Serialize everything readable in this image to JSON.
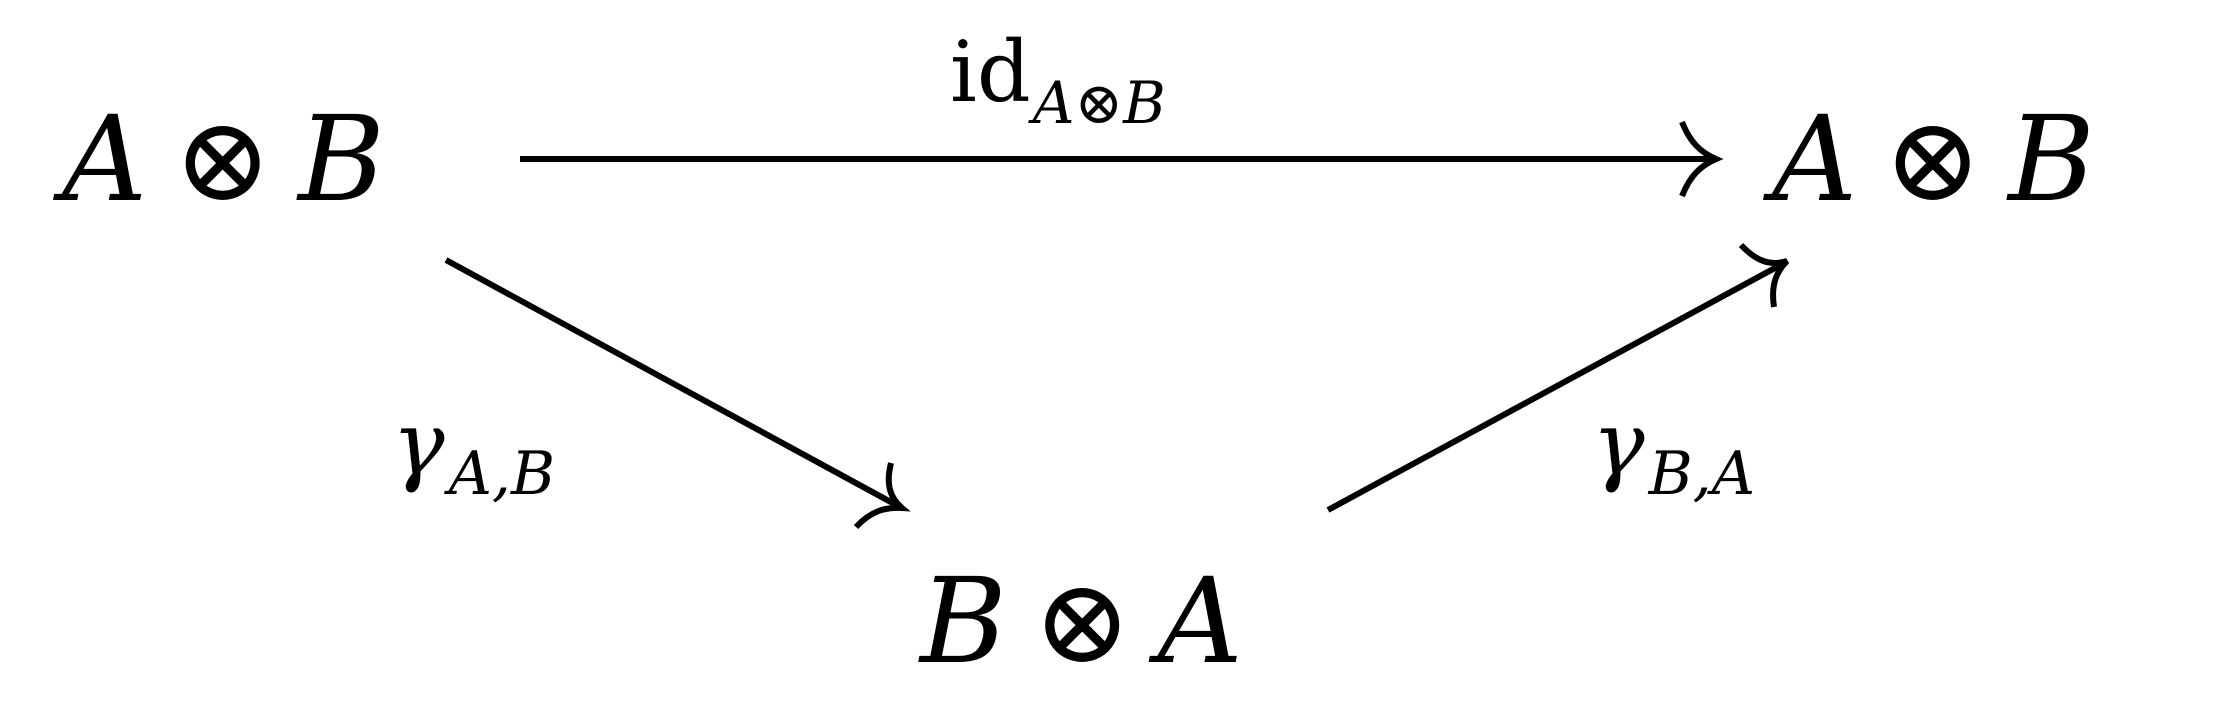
{
  "diagram": {
    "nodes": {
      "top_left": {
        "left": "A",
        "op": "⊗",
        "right": "B"
      },
      "top_right": {
        "left": "A",
        "op": "⊗",
        "right": "B"
      },
      "bottom": {
        "left": "B",
        "op": "⊗",
        "right": "A"
      }
    },
    "arrows": {
      "top": {
        "label_base": "id",
        "label_sub": "A⊗B"
      },
      "left_diag": {
        "label_base": "γ",
        "label_sub": "A,B"
      },
      "right_diag": {
        "label_base": "γ",
        "label_sub": "B,A"
      }
    },
    "colors": {
      "ink": "#000000",
      "background": "#ffffff"
    }
  }
}
